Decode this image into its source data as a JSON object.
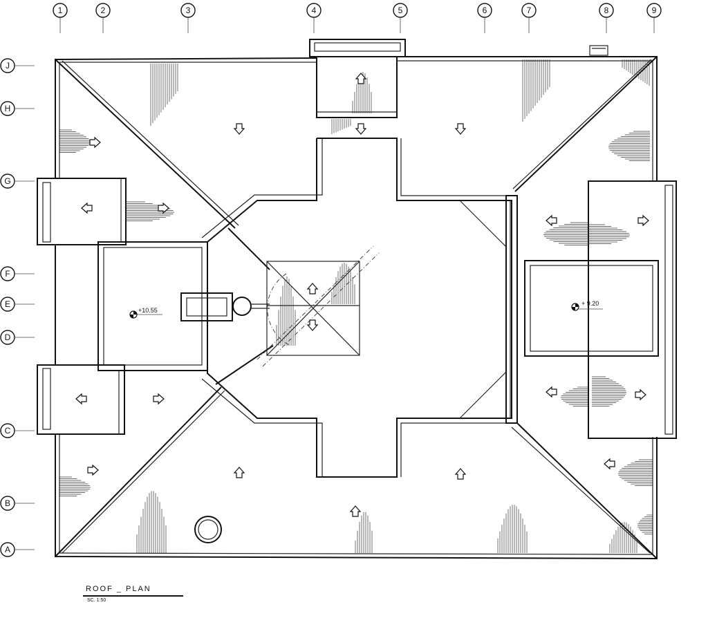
{
  "drawing": {
    "title": "ROOF _ PLAN",
    "scale": "SC. 1:50"
  },
  "grid": {
    "columns": [
      "1",
      "2",
      "3",
      "4",
      "5",
      "6",
      "7",
      "8",
      "9"
    ],
    "rows": [
      "J",
      "H",
      "G",
      "F",
      "E",
      "D",
      "C",
      "B",
      "A"
    ]
  },
  "levels": {
    "left": "+10.55",
    "right": "+ 9.20"
  }
}
